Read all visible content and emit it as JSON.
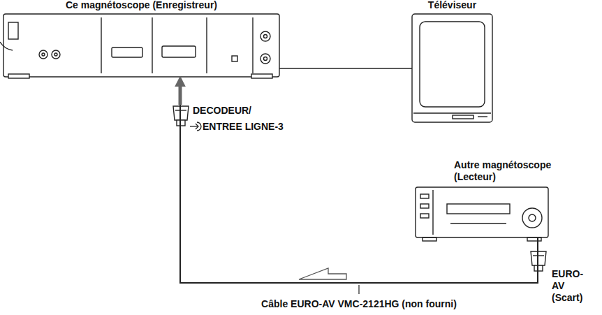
{
  "diagram": {
    "nodes": [
      {
        "text": [
          "Ce magnétoscope (Enregistreur)"
        ]
      },
      {
        "text": [
          "Téléviseur"
        ]
      },
      {
        "text": [
          "Autre magnétoscope (Lecteur)"
        ]
      }
    ],
    "edges": [
      {
        "from": 0,
        "to": 1,
        "arrow": "none"
      },
      {
        "from": 2,
        "to": 0,
        "arrow": "to",
        "label": "Câble EURO-AV VMC-2121HG (non fourni)"
      }
    ],
    "labels": [
      "DECODEUR/",
      "ENTREE LIGNE-3",
      "EURO-AV (Scart)"
    ]
  }
}
